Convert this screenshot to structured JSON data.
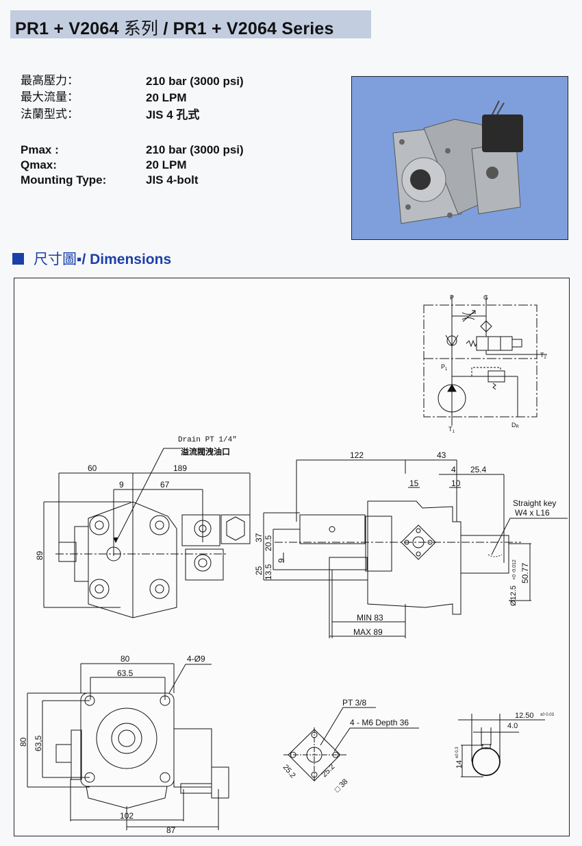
{
  "header": {
    "title_prefix": "PR1 + V2064 ",
    "title_cjk": "系列",
    "title_suffix": " / PR1 + V2064 Series"
  },
  "specs_cn": [
    {
      "label": "最高壓力：",
      "value": "210 bar (3000 psi)"
    },
    {
      "label": "最大流量：",
      "value": "20 LPM"
    },
    {
      "label": "法蘭型式：",
      "value": "JIS 4 孔式"
    }
  ],
  "specs_en": [
    {
      "label": "Pmax :",
      "value": "210 bar (3000 psi)"
    },
    {
      "label": "Qmax:",
      "value": "20 LPM"
    },
    {
      "label": "Mounting Type:",
      "value": "JIS 4-bolt"
    }
  ],
  "photo": {
    "alt": "PR1 + V2064 pump with solenoid valve",
    "background": "#7f9fdc"
  },
  "dimensions_heading": {
    "cjk": "尺寸圖",
    "text": "▪/ Dimensions",
    "color": "#1b3fa8"
  },
  "schematic": {
    "labels": {
      "p": "P",
      "g": "G",
      "p1": "P",
      "p1_sub": "1",
      "t2": "T",
      "t2_sub": "2",
      "t1": "T",
      "t1_sub": "1",
      "dr": "D",
      "dr_sub": "R"
    }
  },
  "front_view": {
    "drain_label": "Drain PT 1/4\"",
    "drain_label_cn": "溢流閥洩油口",
    "dims": {
      "d60": "60",
      "d189": "189",
      "d9": "9",
      "d67": "67",
      "d89": "89"
    }
  },
  "side_view": {
    "dims": {
      "d122": "122",
      "d43": "43",
      "d4": "4",
      "d25_4": "25.4",
      "d15": "15",
      "d10": "10",
      "d37": "37",
      "d20_5": "20.5",
      "d25": "25",
      "d13_5": "13.5",
      "d9": "9",
      "min83": "MIN 83",
      "max89": "MAX 89",
      "d50_77": "50.77",
      "shaft": "Ø12.5"
    },
    "shaft_tol": "+0 -0.012",
    "key_label_1": "Straight key",
    "key_label_2": "W4 x L16"
  },
  "flange_view": {
    "dims": {
      "d80_h": "80",
      "d63_5_h": "63.5",
      "holes": "4-Ø9",
      "d80_v": "80",
      "d63_5_v": "63,5",
      "d102": "102",
      "d87": "87"
    }
  },
  "port_view": {
    "pt": "PT 3/8",
    "m6": "4 - M6 Depth 36",
    "d25_2a": "25.2",
    "d25_2b": "25.2",
    "sq38": "□ 38"
  },
  "shaft_view": {
    "d12_50": "12.50",
    "d12_tol": "±0 0.03",
    "d4_0": "4.0",
    "d14": "14",
    "d14_tol": "±0 0.3"
  }
}
